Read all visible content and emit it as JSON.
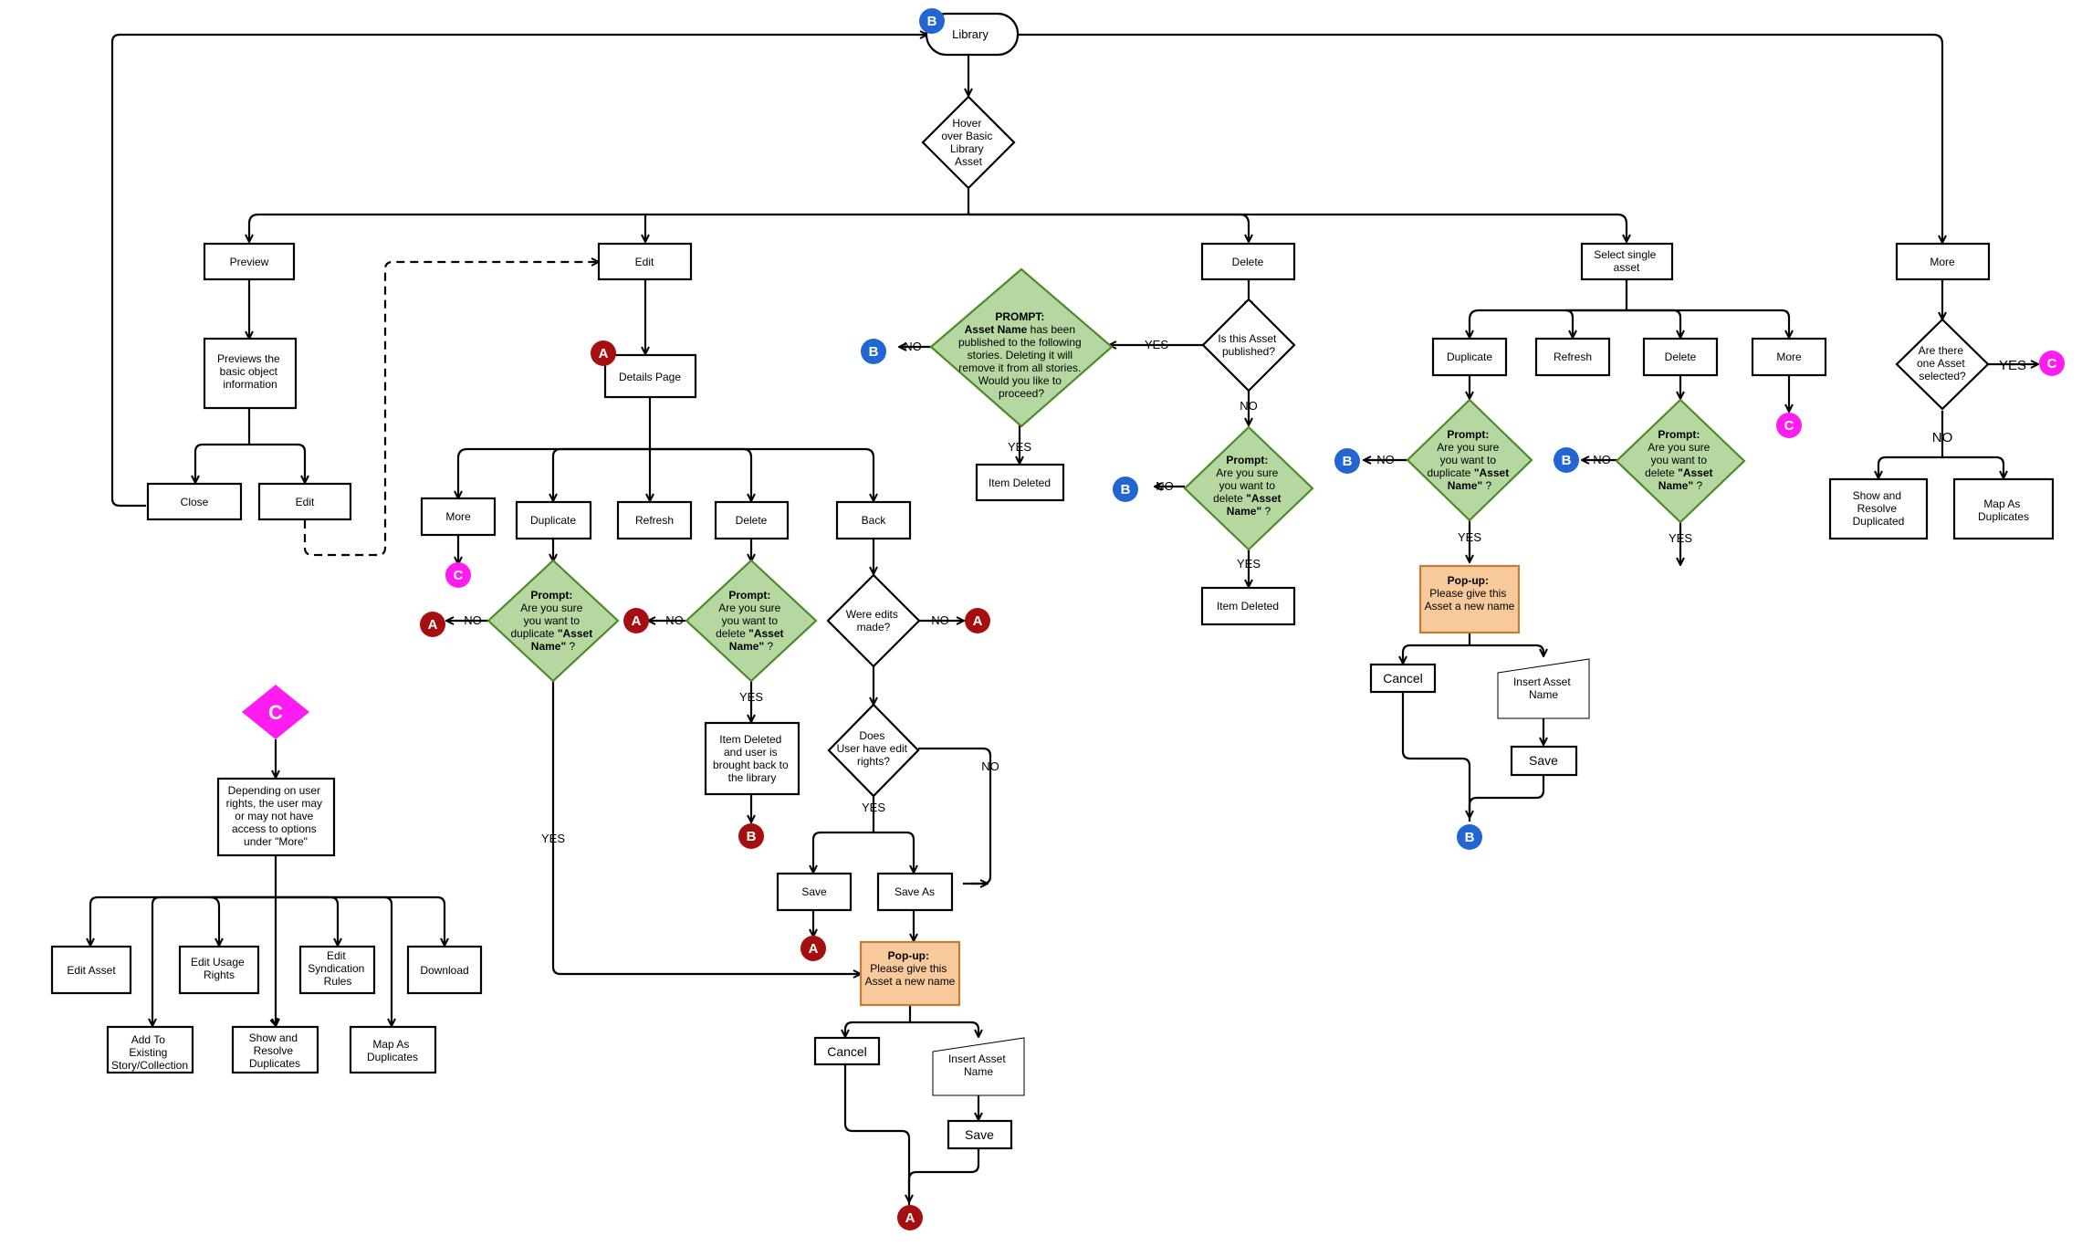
{
  "nodes": {
    "library": "Library",
    "hover": [
      "Hover",
      "over Basic",
      "Library",
      "Asset"
    ],
    "preview": "Preview",
    "previews_info": [
      "Previews the",
      "basic object",
      "information"
    ],
    "close": "Close",
    "edit_small": "Edit",
    "edit": "Edit",
    "details_page": "Details Page",
    "more": "More",
    "duplicate": "Duplicate",
    "refresh": "Refresh",
    "delete": "Delete",
    "back": "Back",
    "were_edits": [
      "Were edits",
      "made?"
    ],
    "user_rights": [
      "Does",
      "User have edit",
      "rights?"
    ],
    "save": "Save",
    "save_as": "Save As",
    "item_deleted_back": [
      "Item Deleted",
      "and user is",
      "brought back to",
      "the library"
    ],
    "popup_title": "Pop-up:",
    "popup_body": [
      "Please give this",
      "Asset a new name"
    ],
    "cancel": "Cancel",
    "insert_name": [
      "Insert Asset",
      "Name"
    ],
    "delete_top": "Delete",
    "is_published": [
      "Is this Asset",
      "published?"
    ],
    "prompt_published": {
      "title": "PROMPT:",
      "name": "Asset Name",
      "lines": [
        " has been",
        "published to the following",
        "stories. Deleting it will",
        "remove it from all stories.",
        "Would you like to",
        "proceed?"
      ]
    },
    "item_deleted": "Item Deleted",
    "select_single": [
      "Select single",
      "asset"
    ],
    "more_top": "More",
    "more_q": [
      "Are there",
      "one Asset",
      "selected?"
    ],
    "show_resolve_dup": [
      "Show and",
      "Resolve",
      "Duplicated"
    ],
    "map_dup": [
      "Map As",
      "Duplicates"
    ],
    "prompt_label": "Prompt:",
    "prompt_sure": "Are you sure",
    "want_dup": "you want to",
    "duplicate_word": "duplicate",
    "delete_word": "delete",
    "asset_q1": "\"Asset",
    "asset_q2": "Name\"",
    "qmark": " ?",
    "c_note": [
      "Depending on user",
      "rights, the user may",
      "or may not have",
      "access to options",
      "under \"More\""
    ],
    "edit_asset": "Edit Asset",
    "edit_usage": [
      "Edit Usage",
      "Rights"
    ],
    "edit_synd": [
      "Edit",
      "Syndication",
      "Rules"
    ],
    "download": "Download",
    "add_story": [
      "Add To",
      "Existing",
      "Story/Collection"
    ],
    "show_resolve_dups": [
      "Show and",
      "Resolve",
      "Duplicates"
    ],
    "map_dups": [
      "Map As",
      "Duplicates"
    ]
  },
  "labels": {
    "yes": "YES",
    "no": "NO"
  },
  "connectors": {
    "A": "A",
    "B": "B",
    "C": "C"
  },
  "colors": {
    "connector_a": "#a50f0f",
    "connector_b": "#2366d1",
    "connector_c": "#ff1cf0",
    "prompt_fill": "#b7d7a1",
    "popup_fill": "#f8c99a"
  }
}
